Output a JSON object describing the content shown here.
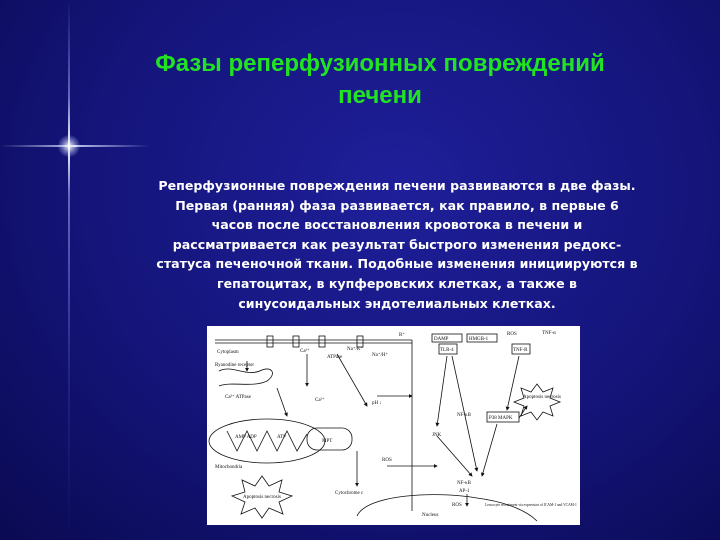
{
  "slide": {
    "title_lines": [
      "Фазы реперфузионных повреждений",
      "печени"
    ],
    "body_lines": [
      "Реперфузионные повреждения печени развиваются в две фазы.",
      "Первая (ранняя) фаза развивается, как правило, в первые 6",
      "часов после восстановления кровотока в печени и",
      "рассматривается как результат быстрого изменения редокс-",
      "статуса печеночной ткани. Подобные изменения инициируются в",
      "гепатоцитах, в купферовских клетках, а также в",
      "синусоидальных эндотелиальных клетках."
    ],
    "colors": {
      "title": "#22e322",
      "text": "#ffffff",
      "background": "#14147a"
    }
  },
  "figure": {
    "labels": {
      "cytoplasm": "Cytoplasm",
      "ryanodine": "Ryanodine receptor",
      "ca_atpase": "Ca²⁺ ATPase",
      "ca_top": "Ca²⁺",
      "ca_right": "Ca²⁺",
      "atpase_mid": "ATPase",
      "na_ca": "Na⁺/K⁺",
      "na_h": "Na⁺/H⁺",
      "r_plus": "R⁺",
      "damp": "DAMP",
      "hmgb1": "HMGB-1",
      "ros_top": "ROS",
      "tnf_a": "TNF-α",
      "tlr4": "TLR-4",
      "tnf_r": "TNF-R",
      "ph": "pH ↓",
      "mpt": "MPT",
      "nfkb_mid": "NF-κB",
      "jnk": "JNK",
      "p38": "P38 MAPK",
      "apoptosis_right": "Apoptosis necrosis",
      "mitochondria": "Mitochondria",
      "amp": "AMP ADP",
      "atp": "ATP",
      "ros_mid": "ROS",
      "apoptosis_left": "Apoptosis necrosis",
      "cytochrome": "Cytochrome c",
      "nfkb_low": "NF-κB",
      "ap1": "AP-1",
      "nucleus": "Nucleus",
      "ros_low": "ROS",
      "recruit": "Leucocyte recruitment via expression of ICAM-1 and VCAM-1"
    }
  }
}
